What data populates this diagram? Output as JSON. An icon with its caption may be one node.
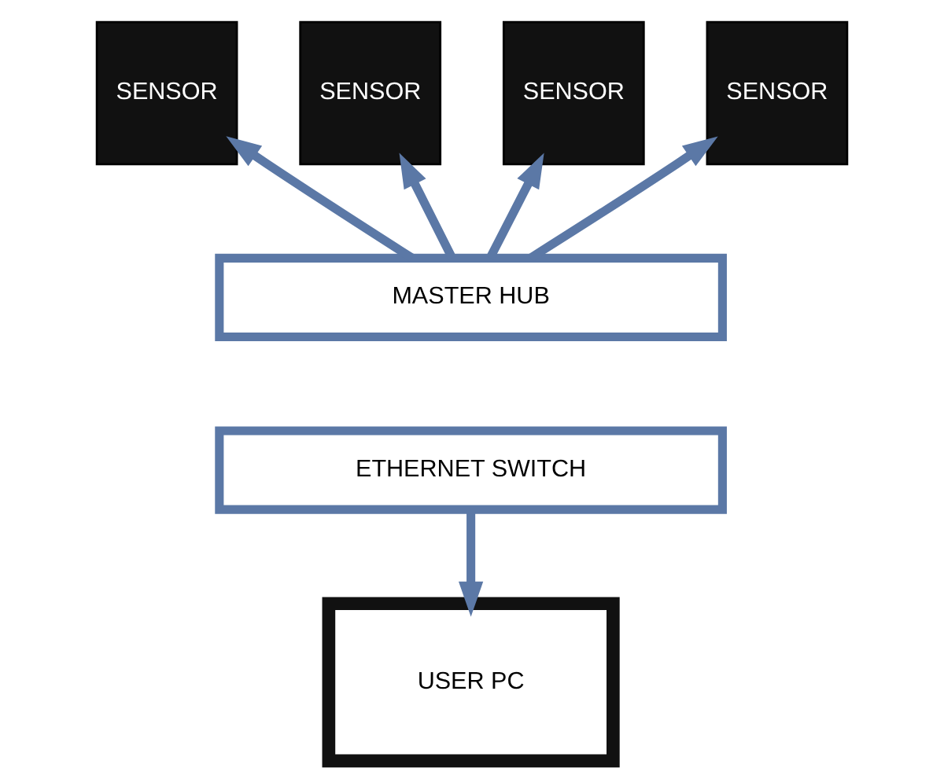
{
  "diagram": {
    "nodes": [
      {
        "text": [
          "SENSOR"
        ]
      },
      {
        "text": [
          "SENSOR"
        ]
      },
      {
        "text": [
          "SENSOR"
        ]
      },
      {
        "text": [
          "SENSOR"
        ]
      },
      {
        "text": [
          "MASTER HUB"
        ]
      },
      {
        "text": [
          "ETHERNET SWITCH"
        ]
      },
      {
        "text": [
          "USER PC"
        ]
      }
    ],
    "edges": [
      {
        "from": 4,
        "to": 0,
        "arrow": "to"
      },
      {
        "from": 4,
        "to": 1,
        "arrow": "to"
      },
      {
        "from": 4,
        "to": 2,
        "arrow": "to"
      },
      {
        "from": 4,
        "to": 3,
        "arrow": "to"
      },
      {
        "from": 5,
        "to": 6,
        "arrow": "to"
      }
    ]
  }
}
